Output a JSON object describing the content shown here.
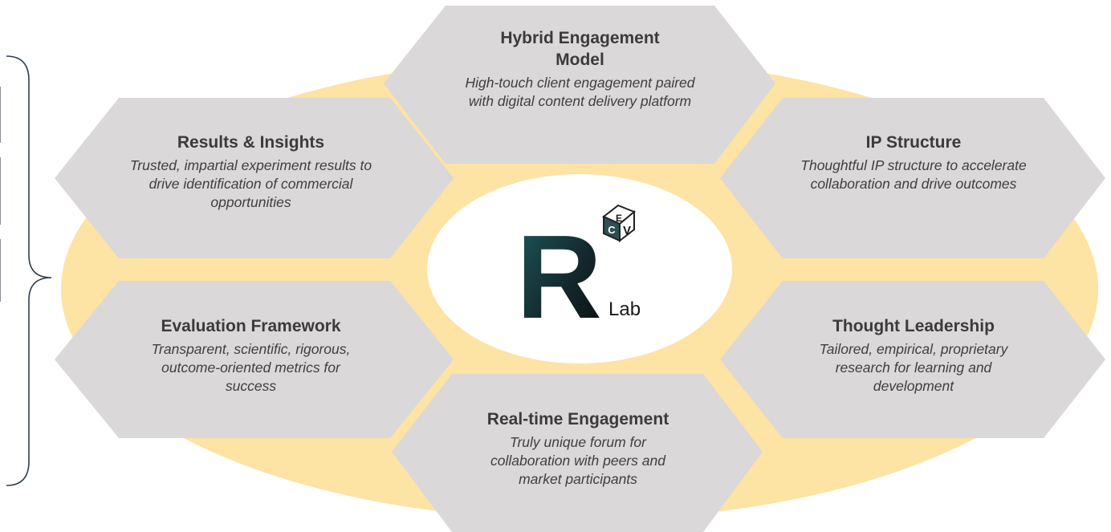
{
  "colors": {
    "ellipse": "#fde3a4",
    "hexagon": "#dad8d8",
    "center": "#ffffff",
    "text": "#3b3b3b",
    "bracket": "#2f3e4e"
  },
  "center_logo": {
    "letter": "R",
    "cube_letters": [
      "C",
      "E",
      "V"
    ],
    "suffix": "Lab"
  },
  "hexagons": {
    "top": {
      "title": "Hybrid Engagement Model",
      "description": "High-touch client engagement paired with digital content delivery platform"
    },
    "upper_left": {
      "title": "Results & Insights",
      "description": "Trusted, impartial experiment results to drive identification of commercial opportunities"
    },
    "upper_right": {
      "title": "IP Structure",
      "description": "Thoughtful IP structure to accelerate collaboration and drive outcomes"
    },
    "lower_left": {
      "title": "Evaluation Framework",
      "description": "Transparent, scientific, rigorous, outcome-oriented metrics for success"
    },
    "lower_right": {
      "title": "Thought Leadership",
      "description": "Tailored, empirical, proprietary research for learning and development"
    },
    "bottom": {
      "title": "Real-time Engagement",
      "description": "Truly unique forum for collaboration with peers and market participants"
    }
  }
}
